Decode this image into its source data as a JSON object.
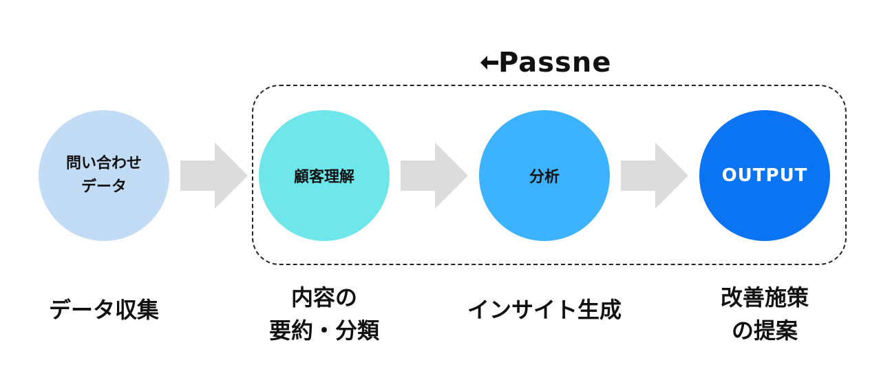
{
  "logo": {
    "text": "Passne"
  },
  "steps": [
    {
      "circle_lines": [
        "問い合わせ",
        "データ"
      ],
      "label_lines": [
        "データ収集"
      ],
      "color": "#c2dcf5"
    },
    {
      "circle_lines": [
        "顧客理解"
      ],
      "label_lines": [
        "内容の",
        "要約・分類"
      ],
      "color": "#6ee6ea"
    },
    {
      "circle_lines": [
        "分析"
      ],
      "label_lines": [
        "インサイト生成"
      ],
      "color": "#3db2ff"
    },
    {
      "circle_lines": [
        "OUTPUT"
      ],
      "label_lines": [
        "改善施策",
        "の提案"
      ],
      "color": "#0a74f3"
    }
  ],
  "colors": {
    "arrow": "#dcdcdc",
    "frame": "#222222"
  },
  "icons": [
    "logo-mark-icon",
    "arrow-right-icon"
  ]
}
